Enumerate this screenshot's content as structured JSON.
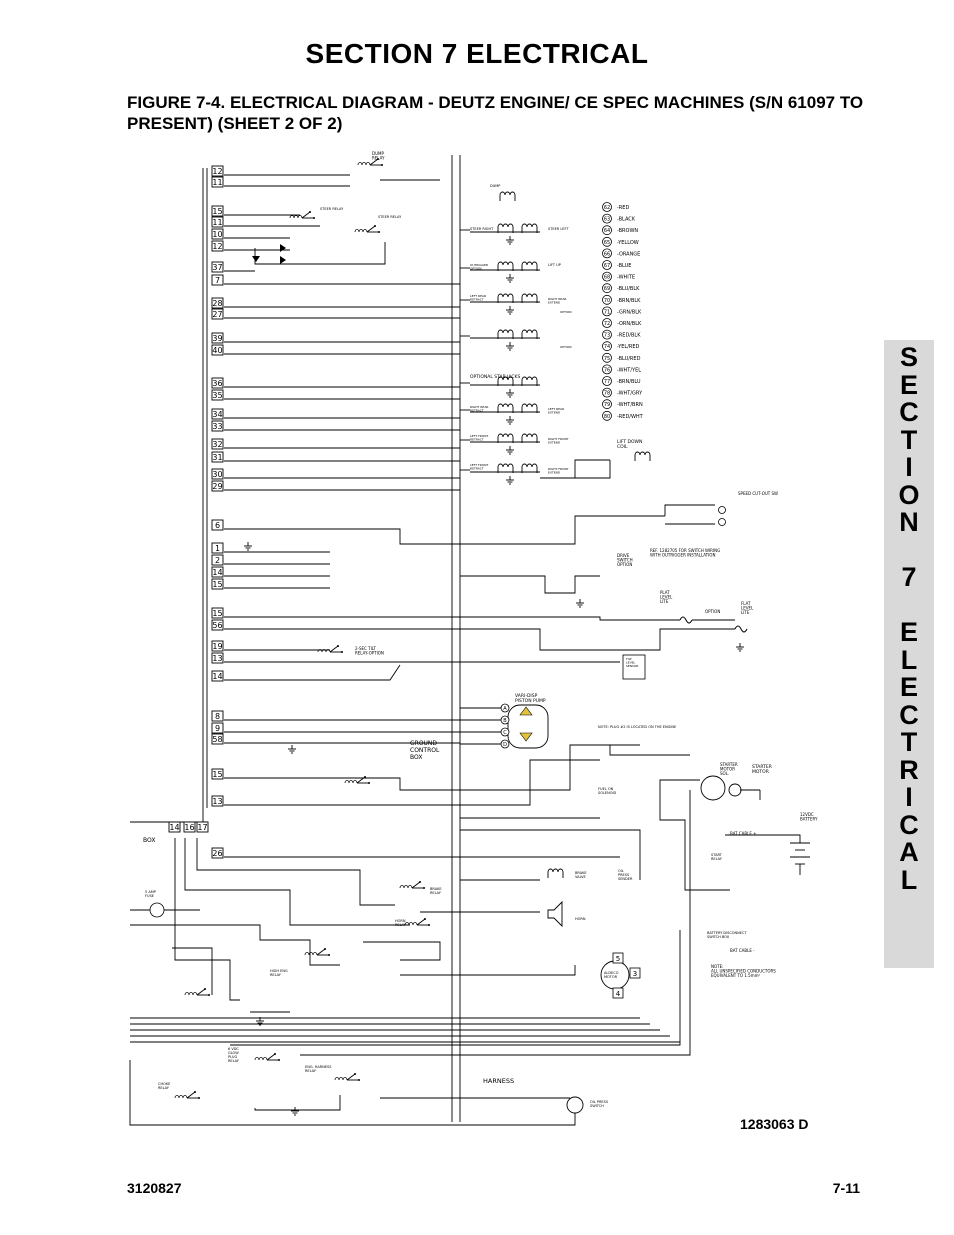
{
  "header": {
    "section_title": "SECTION 7  ELECTRICAL",
    "figure_title": "FIGURE 7-4.    ELECTRICAL DIAGRAM - DEUTZ ENGINE/ CE SPEC MACHINES (S/N 61097 TO PRESENT) (SHEET 2 OF 2)"
  },
  "side_tab": {
    "letters": [
      "S",
      "E",
      "C",
      "T",
      "I",
      "O",
      "N",
      "",
      "7",
      "",
      "E",
      "L",
      "E",
      "C",
      "T",
      "R",
      "I",
      "C",
      "A",
      "L"
    ]
  },
  "diagram": {
    "connector_pins": [
      "12",
      "11",
      "15",
      "11",
      "10",
      "12",
      "37",
      "7",
      "28",
      "27",
      "39",
      "40",
      "36",
      "35",
      "34",
      "33",
      "32",
      "31",
      "30",
      "29",
      "6",
      "1",
      "2",
      "14",
      "15",
      "15",
      "56",
      "19",
      "13",
      "14",
      "8",
      "9",
      "58",
      "15",
      "13",
      "14",
      "16",
      "17",
      "26"
    ],
    "legend_numbers": [
      "62",
      "63",
      "64",
      "65",
      "66",
      "67",
      "68",
      "69",
      "70",
      "71",
      "72",
      "73",
      "74",
      "75",
      "76",
      "77",
      "78",
      "79",
      "80"
    ],
    "legend_colors": [
      "-RED",
      "-BLACK",
      "-BROWN",
      "-YELLOW",
      "-ORANGE",
      "-BLUE",
      "-WHITE",
      "-BLU/BLK",
      "-BRN/BLK",
      "-GRN/BLK",
      "-ORN/BLK",
      "-RED/BLK",
      "-YEL/RED",
      "-BLU/RED",
      "-WHT/YEL",
      "-BRN/BLU",
      "-WHT/GRY",
      "-WHT/BRN",
      "-RED/WHT"
    ],
    "labels": {
      "dump_relay": "DUMP\nRELAY",
      "steer_relay": "STEER RELAY",
      "steer_relay_2": "STEER RELAY",
      "steer_right": "STEER RIGHT",
      "steer_left": "STEER LEFT",
      "outrigger_option": "OUTRIGGER\nOPTION",
      "lift_up": "LIFT UP",
      "left_rear_retract": "LEFT REAR\nRETRACT",
      "right_rear_extend": "RIGHT REAR\nEXTEND",
      "option": "OPTION",
      "option_2": "OPTION",
      "optional_stab_jacks": "OPTIONAL STAB.JACKS",
      "right_rear_retract": "RIGHT REAR\nRETRACT",
      "left_rear_extend": "LEFT REAR\nEXTEND",
      "left_front_retract": "LEFT FRONT\nRETRACT",
      "right_front_extend": "RIGHT FRONT\nEXTEND",
      "lift_down_coil": "LIFT DOWN\nCOIL",
      "speed_cutout": "SPEED CUT-OUT SW",
      "ref_switch_wiring": "REF. 1282705 FOR SWITCH WIRING\nWITH OUTRIGGER INSTALLATION",
      "drive_switch_option": "DRIVE\nSWITCH\nOPTION",
      "platform_level_lite": "PLAT\nLEVEL\nLITE",
      "option_mid": "OPTION",
      "flat_level_lite": "FLAT\nLEVEL\nLITE",
      "tilt_relay_option": "2-SEC TILT\nRELAY-OPTION",
      "vari_disp": "VARI-DISP\nPISTON PUMP",
      "ground_control_box": "GROUND\nCONTROL\nBOX",
      "box": "BOX",
      "harness": "HARNESS",
      "starter_motor": "STARTER\nMOTOR",
      "starter_motor_sol": "STARTER\nMOTOR\nSOL.",
      "battery": "12VDC\nBATTERY",
      "bat_cable_plus": "BAT CABLE +",
      "bat_cable_minus": "BAT CABLE -",
      "battery_disconnect": "BATTERY DISCONNECT\nSWITCH BOX",
      "fuel_on_solenoid": "FUEL ON\nSOLENOID",
      "note_plug": "NOTE: PLUG #2 IS LOCATED ON THE ENGINE",
      "note_conductors": "NOTE:\nALL UNSPECIFIED CONDUCTORS\nEQUIVALENT TO 1.5mm²",
      "horn": "HORN",
      "brake_relay": "BRAKE\nRELAY",
      "horn_relay": "HORN\nRELAY",
      "brake_valve": "BRAKE\nVALVE",
      "oil_press_sender": "OIL\nPRESS\nSENDER",
      "aldeco_motor": "ALDECO\nMOTOR",
      "start_relay": "START\nRELAY",
      "amp_fuse": "5 AMP\nFUSE",
      "glow_plug_relay": "6 VDC\nGLOW\nPLUG\nRELAY",
      "choke_relay": "CHOKE\nRELAY",
      "engine_harness_relay": "ENG. HARNESS\nRELAY",
      "oil_press_switch": "OIL PRESS\nSWITCH",
      "high_eng_relay": "HIGH ENG\nRELAY",
      "tilt_level_sensor": "TILT\nLEVEL\nSENSOR"
    }
  },
  "footer": {
    "drawing_number": "1283063 D",
    "doc_number": "3120827",
    "page_number": "7-11"
  }
}
